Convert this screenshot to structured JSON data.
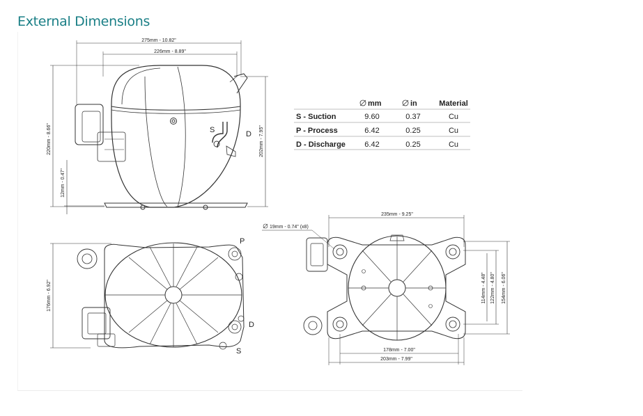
{
  "page": {
    "title": "External Dimensions"
  },
  "side_view": {
    "dim_total_width": "275mm - 10.82\"",
    "dim_body_width": "226mm - 8.89\"",
    "dim_total_height": "220mm - 8.66\"",
    "dim_base_height": "12mm - 0.47\"",
    "dim_connection_height": "202mm - 7.95\"",
    "label_s": "S",
    "label_d": "D"
  },
  "connections_table": {
    "headers": [
      "",
      "mm",
      "in",
      "Material"
    ],
    "rows": [
      {
        "name": "S - Suction",
        "mm": "9.60",
        "in": "0.37",
        "material": "Cu"
      },
      {
        "name": "P - Process",
        "mm": "6.42",
        "in": "0.25",
        "material": "Cu"
      },
      {
        "name": "D - Discharge",
        "mm": "6.42",
        "in": "0.25",
        "material": "Cu"
      }
    ]
  },
  "top_view": {
    "dim_depth": "176mm - 6.92\"",
    "label_p": "P",
    "label_d": "D",
    "label_s": "S"
  },
  "base_view": {
    "dim_total_length": "235mm - 9.25\"",
    "dim_hole": "19mm - 0.74\" (x8)",
    "dim_114": "114mm - 4.48\"",
    "dim_122": "122mm - 4.80\"",
    "dim_154": "154mm - 6.06\"",
    "dim_178": "178mm - 7.00\"",
    "dim_203": "203mm - 7.99\""
  }
}
